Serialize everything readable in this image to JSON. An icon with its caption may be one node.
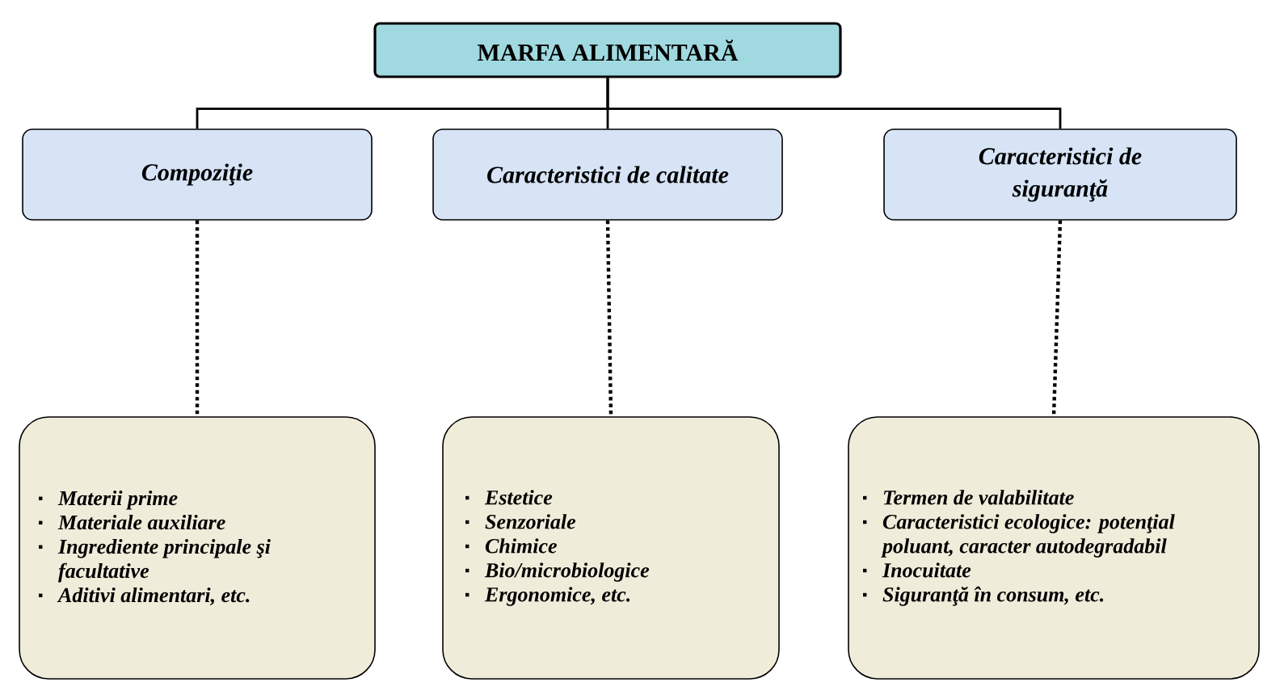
{
  "diagram": {
    "nodes": [
      {
        "text": [
          "MARFA ALIMENTARĂ"
        ]
      },
      {
        "text": [
          "Compoziţie"
        ]
      },
      {
        "text": [
          "Caracteristici de calitate"
        ]
      },
      {
        "text": [
          "Caracteristici de siguranţă"
        ]
      },
      {
        "text": [
          "Materii prime",
          "Materiale auxiliare",
          "Ingrediente principale şi facultative",
          "Aditivi alimentari, etc."
        ]
      },
      {
        "text": [
          "Estetice",
          "Senzoriale",
          "Chimice",
          "Bio/microbiologice",
          "Ergonomice, etc."
        ]
      },
      {
        "text": [
          "Termen de valabilitate",
          "Caracteristici ecologice: potenţial poluant, caracter autodegradabil",
          "Inocuitate",
          "Siguranţă în consum, etc."
        ]
      }
    ],
    "edges": [
      {
        "from": 0,
        "to": 1,
        "arrow": "none"
      },
      {
        "from": 0,
        "to": 2,
        "arrow": "none"
      },
      {
        "from": 0,
        "to": 3,
        "arrow": "none"
      },
      {
        "from": 1,
        "to": 4,
        "arrow": "none",
        "style": "dashed"
      },
      {
        "from": 2,
        "to": 5,
        "arrow": "none",
        "style": "dashed"
      },
      {
        "from": 3,
        "to": 6,
        "arrow": "none",
        "style": "dashed"
      }
    ]
  }
}
